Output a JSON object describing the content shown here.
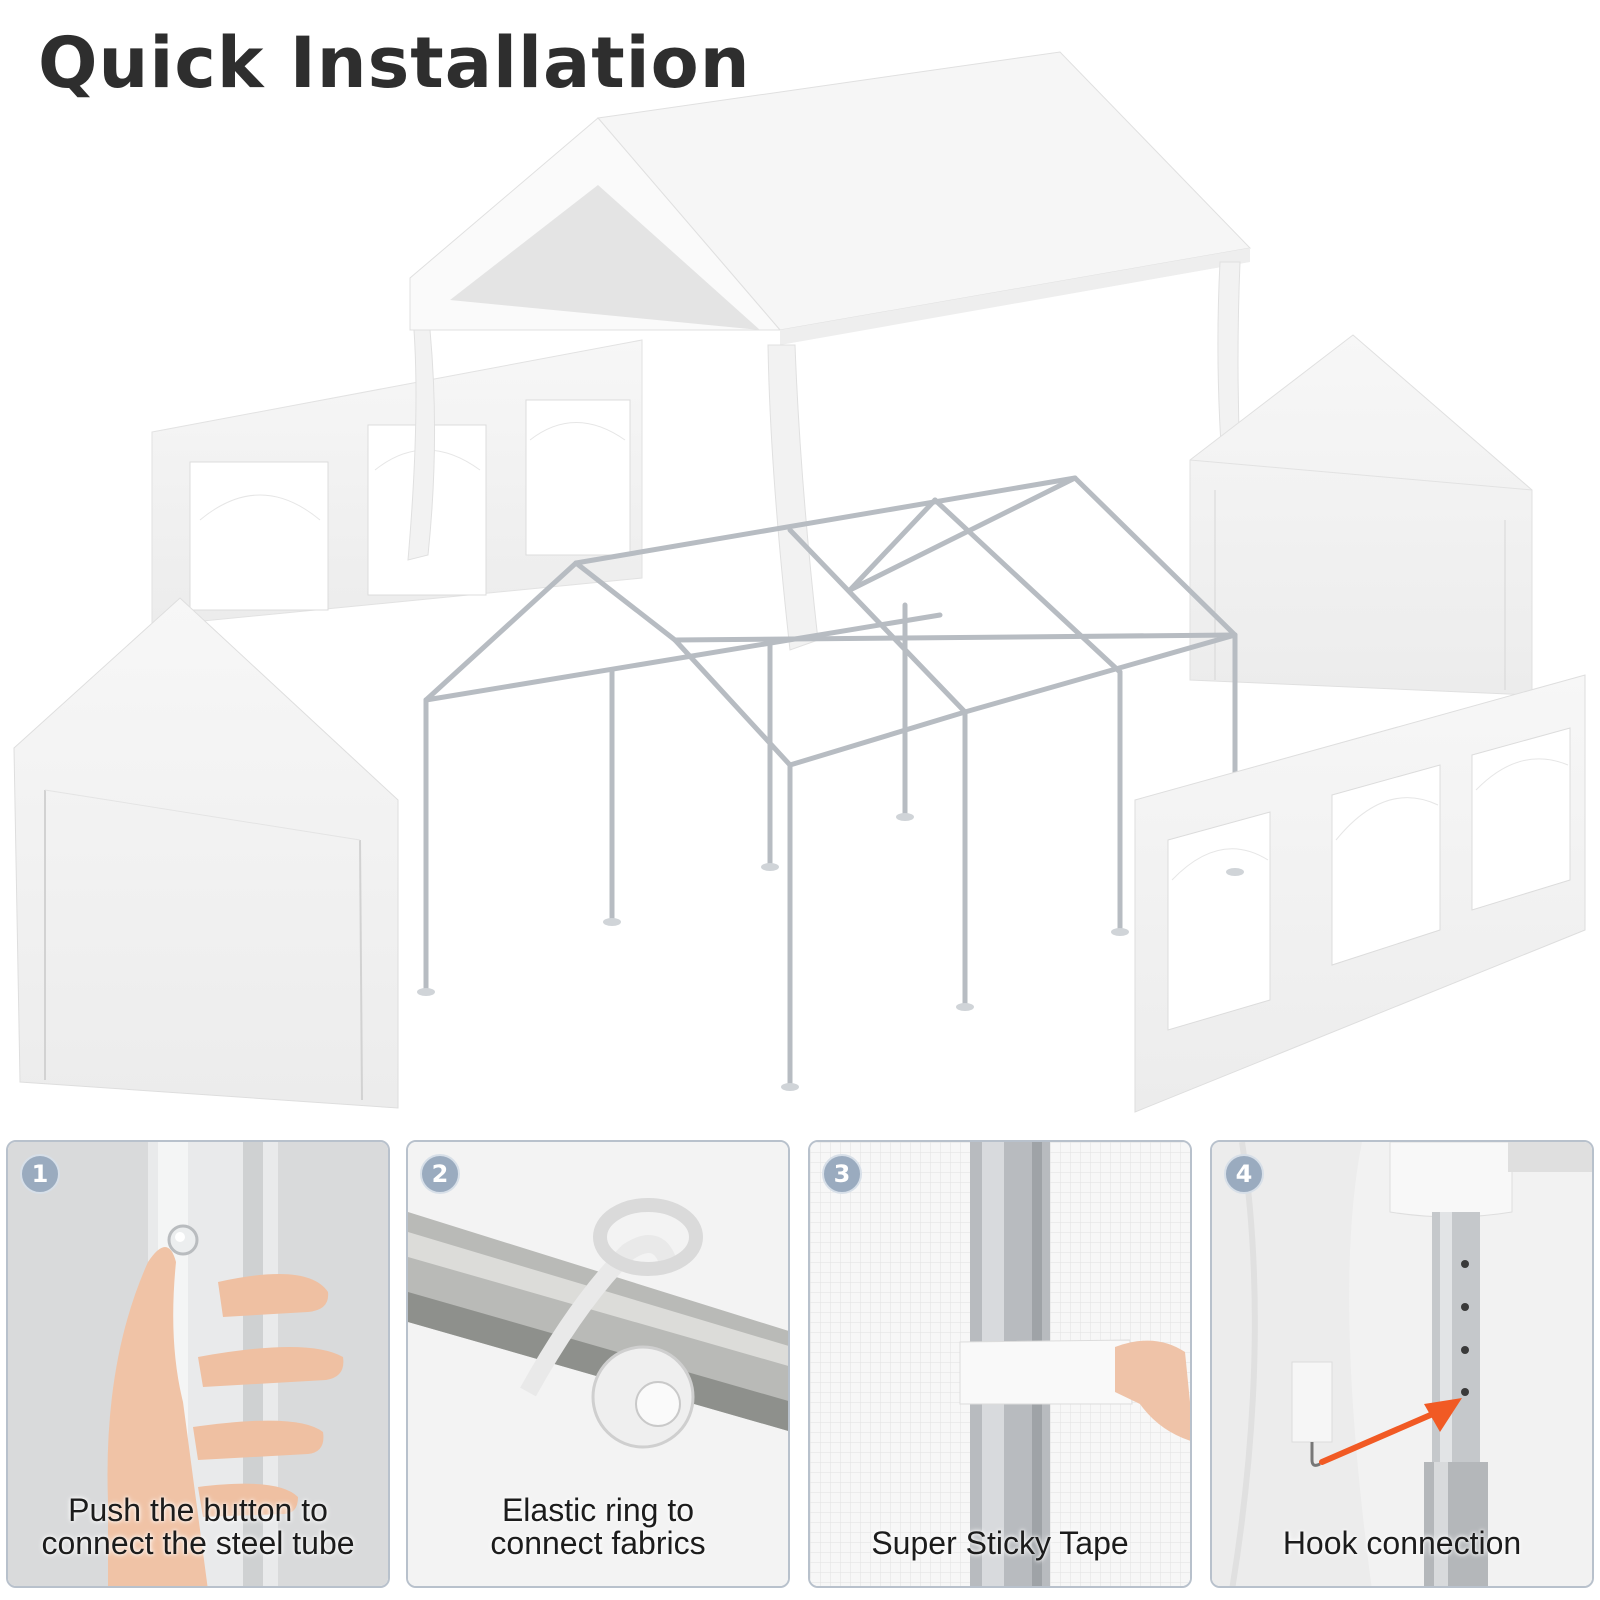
{
  "title": "Quick Installation",
  "colors": {
    "title": "#2e2e2e",
    "badge": "#9aabbf",
    "panel_border": "#b8c1cc",
    "arrow": "#f15a24",
    "fabric": "#f4f4f4",
    "frame": "#b7bcc2"
  },
  "steps": [
    {
      "number": "1",
      "caption": "Push the button to\nconnect the steel tube"
    },
    {
      "number": "2",
      "caption": "Elastic ring to\nconnect fabrics"
    },
    {
      "number": "3",
      "caption": "Super Sticky Tape"
    },
    {
      "number": "4",
      "caption": "Hook connection"
    }
  ]
}
